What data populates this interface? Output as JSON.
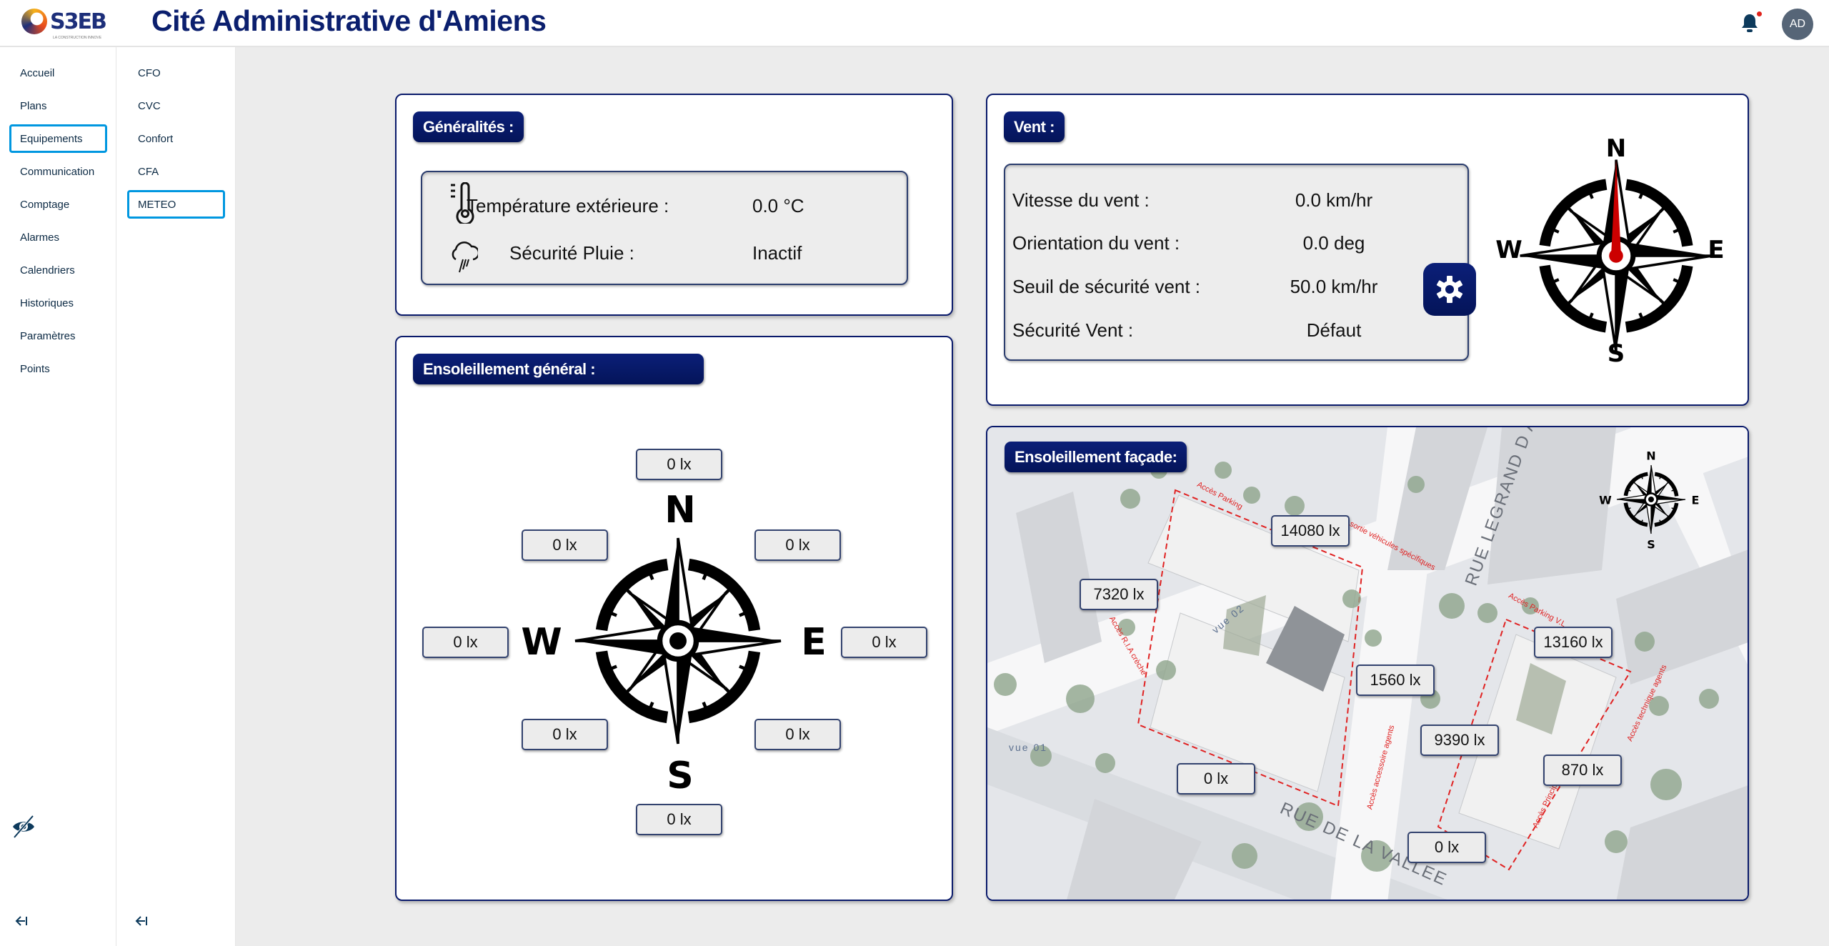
{
  "header": {
    "logo_text": "S3EB",
    "logo_tagline": "LA CONSTRUCTION INNOVE",
    "title": "Cité Administrative d'Amiens",
    "avatar_initials": "AD",
    "has_notification": true
  },
  "sidebar": {
    "items": [
      {
        "label": "Accueil"
      },
      {
        "label": "Plans"
      },
      {
        "label": "Equipements",
        "active": true
      },
      {
        "label": "Communication"
      },
      {
        "label": "Comptage"
      },
      {
        "label": "Alarmes"
      },
      {
        "label": "Calendriers"
      },
      {
        "label": "Historiques"
      },
      {
        "label": "Paramètres"
      },
      {
        "label": "Points"
      }
    ]
  },
  "subnav": {
    "items": [
      {
        "label": "CFO"
      },
      {
        "label": "CVC"
      },
      {
        "label": "Confort"
      },
      {
        "label": "CFA"
      },
      {
        "label": "METEO",
        "active": true
      }
    ]
  },
  "generalites": {
    "title": "Généralités :",
    "temp_label": "Température extérieure :",
    "temp_value": "0.0 °C",
    "rain_label": "Sécurité Pluie :",
    "rain_value": "Inactif"
  },
  "vent": {
    "title": "Vent :",
    "rows": [
      {
        "label": "Vitesse du vent :",
        "value": "0.0 km/hr"
      },
      {
        "label": "Orientation du vent :",
        "value": "0.0 deg"
      },
      {
        "label": "Seuil de sécurité vent :",
        "value": "50.0 km/hr"
      },
      {
        "label": "Sécurité Vent :",
        "value": "Défaut"
      }
    ],
    "orientation_deg": 0
  },
  "compass": {
    "n": "N",
    "e": "E",
    "s": "S",
    "w": "W"
  },
  "ensoleillement_general": {
    "title": "Ensoleillement général :",
    "values": {
      "n": "0 lx",
      "ne": "0 lx",
      "e": "0 lx",
      "se": "0 lx",
      "s": "0 lx",
      "sw": "0 lx",
      "w": "0 lx",
      "nw": "0 lx"
    }
  },
  "ensoleillement_facade": {
    "title": "Ensoleillement façade:",
    "values": [
      "14080 lx",
      "7320 lx",
      "13160 lx",
      "1560 lx",
      "9390 lx",
      "870 lx",
      "0 lx",
      "0 lx"
    ],
    "streets": [
      "RUE LEGRAND D A",
      "RUE DE LA VALLEE"
    ],
    "map_labels": [
      "Accès Parking",
      "sortie véhicules spécifiques",
      "Accès Parking V.L",
      "Accès R.I.A crèche",
      "Accès accessoire agents",
      "Accès Principal",
      "Accès technique agents",
      "vue 01",
      "vue 02"
    ]
  },
  "colors": {
    "navy": "#0a1a6b",
    "accent": "#0097e0",
    "needle": "#cc0000",
    "badge_dot": "#e0231c"
  }
}
